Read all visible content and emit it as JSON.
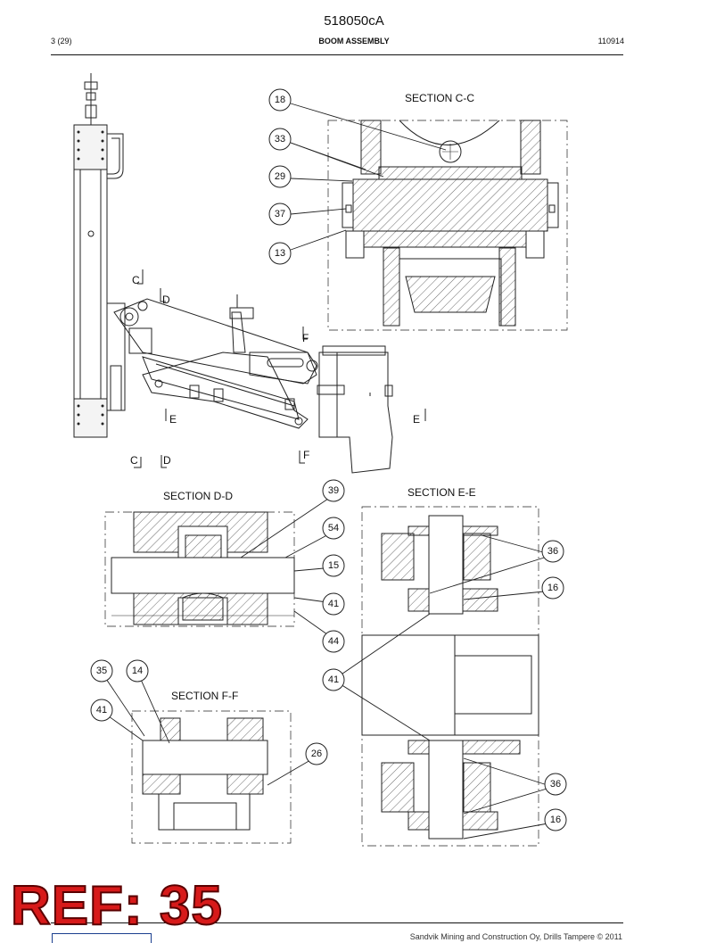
{
  "header": {
    "doc_code": "518050cA",
    "page": "3 (29)",
    "title": "BOOM ASSEMBLY",
    "date": "110914"
  },
  "sections": {
    "cc": "SECTION  C-C",
    "dd": "SECTION  D-D",
    "ee": "SECTION  E-E",
    "ff": "SECTION  F-F"
  },
  "view_markers": {
    "c": "C",
    "d": "D",
    "e": "E",
    "f": "F"
  },
  "callouts": {
    "cc": [
      "18",
      "33",
      "29",
      "37",
      "13"
    ],
    "dd": [
      "39",
      "54",
      "15",
      "41",
      "44"
    ],
    "ee": [
      "36",
      "16",
      "41",
      "36",
      "16"
    ],
    "ff": [
      "35",
      "14",
      "41",
      "26"
    ]
  },
  "stamp": "REF: 35",
  "footer": "Sandvik Mining and Construction Oy, Drills Tampere © 2011"
}
